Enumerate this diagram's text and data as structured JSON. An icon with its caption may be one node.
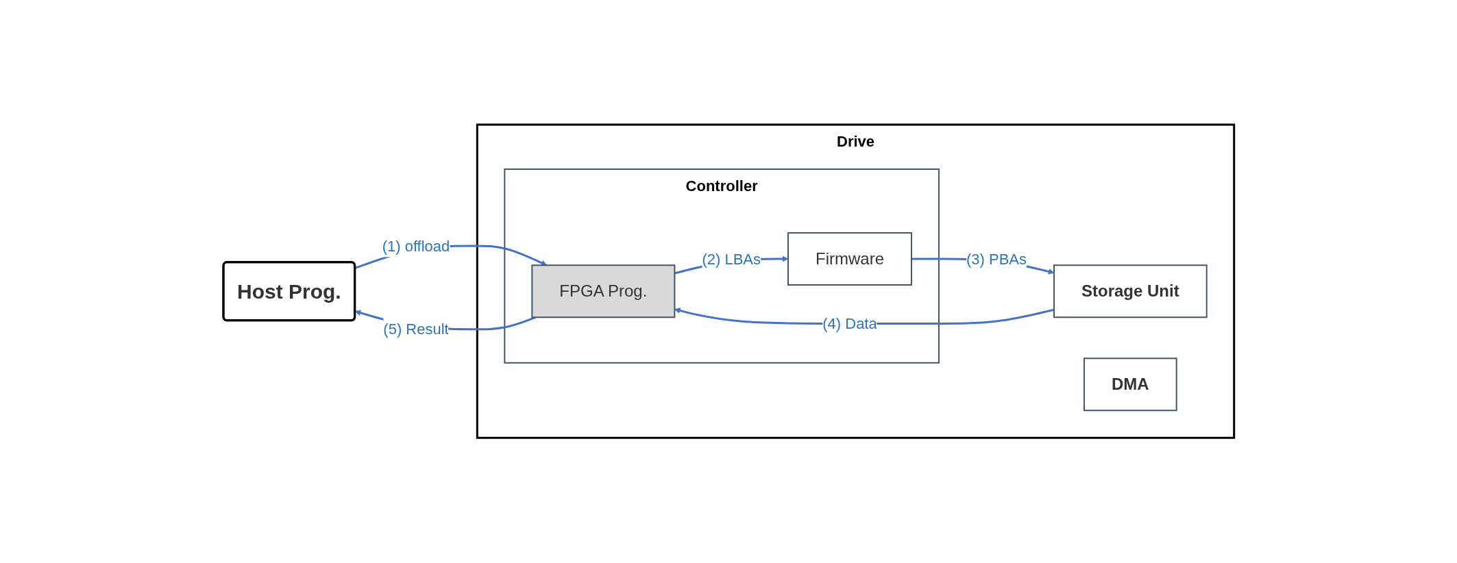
{
  "diagram": {
    "nodes": [
      {
        "text": [
          "Host Prog."
        ]
      },
      {
        "text": [
          "Drive"
        ]
      },
      {
        "text": [
          "Storage Unit"
        ],
        "in": 1
      },
      {
        "text": [
          "DMA"
        ],
        "in": 1
      },
      {
        "text": [
          "Controller"
        ],
        "in": 1
      },
      {
        "text": [
          "Firmware"
        ],
        "in": 4
      },
      {
        "text": [
          "FPGA Prog."
        ],
        "in": 4
      }
    ],
    "edges": [
      {
        "from": 0,
        "to": 6,
        "arrow": "to",
        "label": "(1) offload"
      },
      {
        "from": 6,
        "to": 5,
        "arrow": "to",
        "label": "(2) LBAs"
      },
      {
        "from": 5,
        "to": 2,
        "arrow": "to",
        "label": "(3) PBAs"
      },
      {
        "from": 2,
        "to": 6,
        "arrow": "to",
        "label": "(4) Data"
      },
      {
        "from": 6,
        "to": 0,
        "arrow": "to",
        "label": "(5) Result"
      }
    ]
  }
}
